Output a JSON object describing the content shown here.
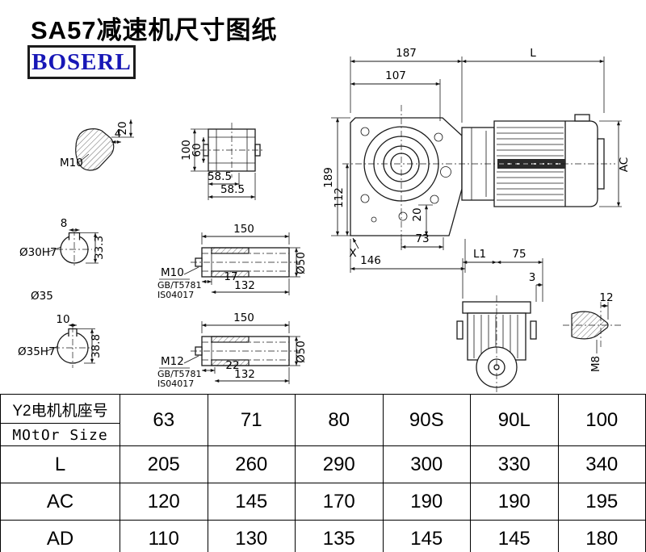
{
  "page": {
    "title": "SA57减速机尺寸图纸",
    "brand": "BOSERL"
  },
  "drawing": {
    "main": {
      "d187": "187",
      "dL": "L",
      "d107": "107",
      "d189": "189",
      "d112": "112",
      "d20": "20",
      "d73": "73",
      "d146": "146",
      "dAC": "AC",
      "dX": "X"
    },
    "key_end": {
      "m10": "M10",
      "d4": "4",
      "d20": "20"
    },
    "flange": {
      "d100": "100",
      "d60": "60",
      "d585a": "58.5",
      "d585b": "58.5"
    },
    "section30": {
      "d8": "8",
      "label": "Ø30H7",
      "d333": "33.3"
    },
    "section35": {
      "d10": "10",
      "label": "Ø35H7",
      "d388": "38.8",
      "d35": "Ø35"
    },
    "hollow_upper": {
      "d150": "150",
      "thread": "M10",
      "std1": "GB/T5781",
      "std2": "IS04017",
      "d17": "17",
      "d132": "132",
      "d50": "Ø50"
    },
    "hollow_lower": {
      "d150": "150",
      "thread": "M12",
      "std1": "GB/T5781",
      "std2": "IS04017",
      "d22": "22",
      "d132": "132",
      "d50": "Ø50"
    },
    "rear": {
      "dL1": "L1",
      "d75": "75",
      "d3": "3",
      "d12": "12",
      "m8": "M8"
    }
  },
  "table": {
    "header": {
      "line1": "Y2电机机座号",
      "line2": "MOtOr Size"
    },
    "sizes": [
      "63",
      "71",
      "80",
      "90S",
      "90L",
      "100"
    ],
    "rows": [
      {
        "label": "L",
        "values": [
          "205",
          "260",
          "290",
          "300",
          "330",
          "340"
        ]
      },
      {
        "label": "AC",
        "values": [
          "120",
          "145",
          "170",
          "190",
          "190",
          "195"
        ]
      },
      {
        "label": "AD",
        "values": [
          "110",
          "130",
          "135",
          "145",
          "145",
          "180"
        ]
      }
    ]
  }
}
